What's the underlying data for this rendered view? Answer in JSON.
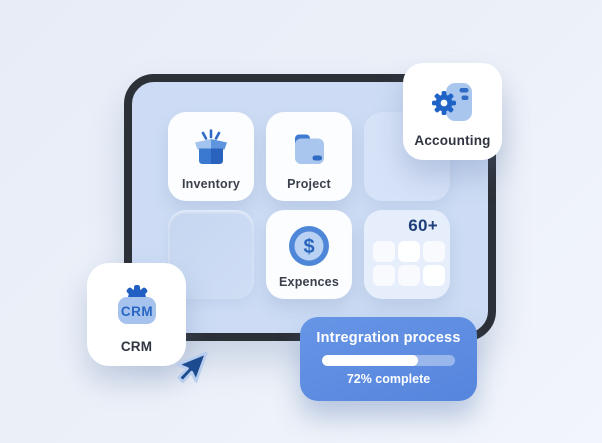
{
  "colors": {
    "page_bg_start": "#e7ecf7",
    "page_bg_end": "#f2f5fb",
    "tablet_frame": "#2c3037",
    "tablet_screen": "#cddcf4",
    "accent_blue": "#2f6ac4",
    "dark_navy": "#1d3e79",
    "progress_card_bg": "#5d8ce1",
    "tile_bg": "#fcfdff"
  },
  "tablet_apps": {
    "inventory": {
      "label": "Inventory",
      "icon": "open-box-icon"
    },
    "project": {
      "label": "Project",
      "icon": "folder-icon"
    },
    "expences": {
      "label": "Expences",
      "icon": "dollar-coin-icon"
    },
    "more_apps": {
      "count_label": "60+",
      "icon": "app-grid-icon"
    }
  },
  "floating_cards": {
    "accounting": {
      "label": "Accounting",
      "icon": "gear-document-icon"
    },
    "crm": {
      "label": "CRM",
      "icon_text": "CRM",
      "icon": "crm-gear-badge-icon"
    }
  },
  "progress_card": {
    "title": "Intregration process",
    "percent": 72,
    "status_label": "72% complete",
    "fill_style": "width:72%"
  },
  "icons": {
    "dollar_symbol": "$"
  }
}
